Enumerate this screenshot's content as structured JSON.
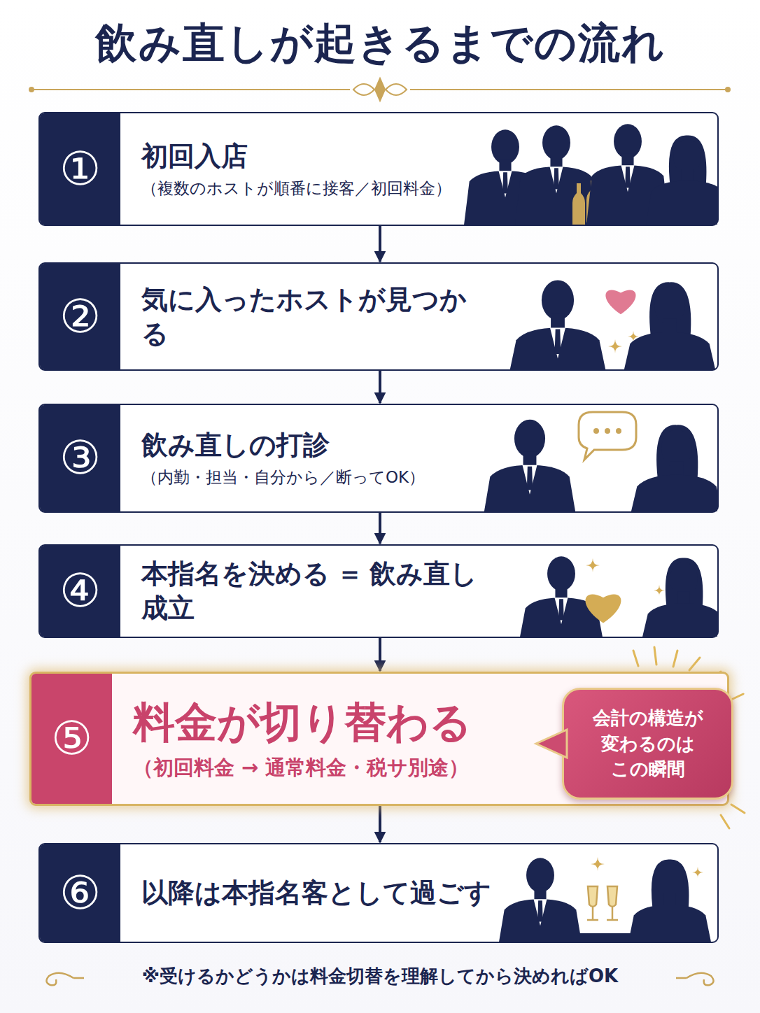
{
  "diagram": {
    "title": "飲み直しが起きるまでの流れ",
    "caption": "※受けるかどうかは料金切替を理解してから決めればOK",
    "nodes": [
      {
        "text": [
          "①",
          "初回入店",
          "（複数のホストが順番に接客／初回料金）"
        ]
      },
      {
        "text": [
          "②",
          "気に入ったホストが見つかる"
        ]
      },
      {
        "text": [
          "③",
          "飲み直しの打診",
          "（内勤・担当・自分から／断ってOK）"
        ]
      },
      {
        "text": [
          "④",
          "本指名を決める ＝ 飲み直し成立"
        ]
      },
      {
        "text": [
          "⑤",
          "料金が切り替わる",
          "（初回料金 → 通常料金・税サ別途）"
        ]
      },
      {
        "text": [
          "会計の構造が 変わるのは この瞬間"
        ],
        "in": 4
      },
      {
        "text": [
          "⑥",
          "以降は本指名客として過ごす"
        ]
      }
    ],
    "edges": [
      {
        "from": 0,
        "to": 1,
        "arrow": "to"
      },
      {
        "from": 1,
        "to": 2,
        "arrow": "to"
      },
      {
        "from": 2,
        "to": 3,
        "arrow": "to"
      },
      {
        "from": 3,
        "to": 4,
        "arrow": "to"
      },
      {
        "from": 4,
        "to": 6,
        "arrow": "to"
      }
    ]
  }
}
